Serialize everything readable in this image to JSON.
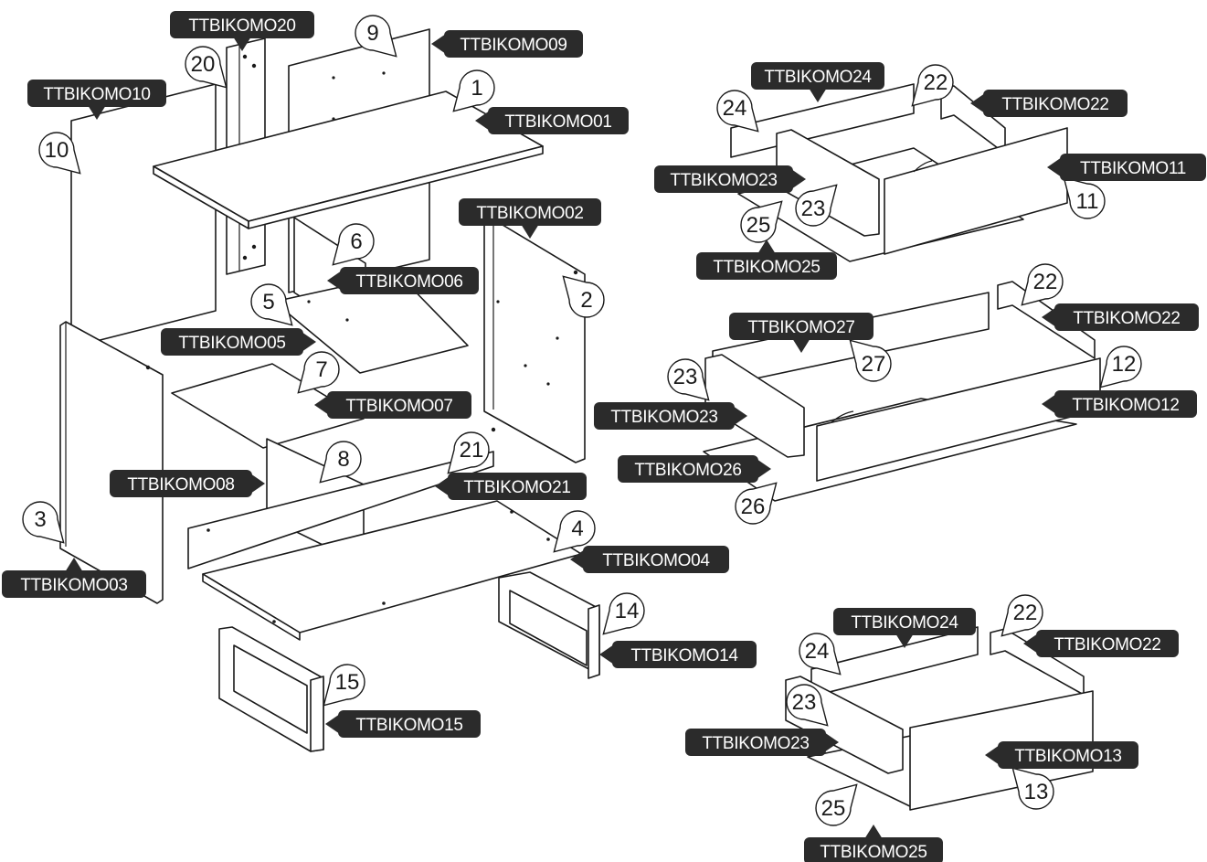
{
  "parts": [
    {
      "num": "1",
      "code": "TTBIKOMO01"
    },
    {
      "num": "2",
      "code": "TTBIKOMO02"
    },
    {
      "num": "3",
      "code": "TTBIKOMO03"
    },
    {
      "num": "4",
      "code": "TTBIKOMO04"
    },
    {
      "num": "5",
      "code": "TTBIKOMO05"
    },
    {
      "num": "6",
      "code": "TTBIKOMO06"
    },
    {
      "num": "7",
      "code": "TTBIKOMO07"
    },
    {
      "num": "8",
      "code": "TTBIKOMO08"
    },
    {
      "num": "9",
      "code": "TTBIKOMO09"
    },
    {
      "num": "10",
      "code": "TTBIKOMO10"
    },
    {
      "num": "11",
      "code": "TTBIKOMO11"
    },
    {
      "num": "12",
      "code": "TTBIKOMO12"
    },
    {
      "num": "13",
      "code": "TTBIKOMO13"
    },
    {
      "num": "14",
      "code": "TTBIKOMO14"
    },
    {
      "num": "15",
      "code": "TTBIKOMO15"
    },
    {
      "num": "20",
      "code": "TTBIKOMO20"
    },
    {
      "num": "21",
      "code": "TTBIKOMO21"
    },
    {
      "num": "22",
      "code": "TTBIKOMO22"
    },
    {
      "num": "23",
      "code": "TTBIKOMO23"
    },
    {
      "num": "24",
      "code": "TTBIKOMO24"
    },
    {
      "num": "25",
      "code": "TTBIKOMO25"
    },
    {
      "num": "26",
      "code": "TTBIKOMO26"
    },
    {
      "num": "27",
      "code": "TTBIKOMO27"
    }
  ]
}
